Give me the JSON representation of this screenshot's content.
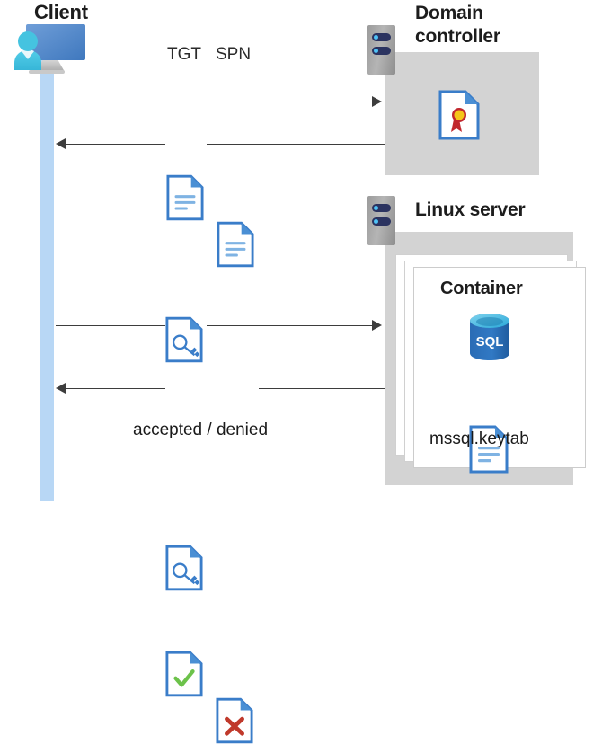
{
  "diagram": {
    "title_client": "Client",
    "title_domain_controller": "Domain\ncontroller",
    "title_domain_controller_line1": "Domain",
    "title_domain_controller_line2": "controller",
    "title_linux_server": "Linux server",
    "title_container": "Container",
    "label_tgt": "TGT",
    "label_spn": "SPN",
    "label_keytab": "mssql.keytab",
    "label_accepted_denied": "accepted / denied",
    "label_sql": "SQL"
  },
  "icons": {
    "client": "client-workstation-icon",
    "rack_domain_controller": "server-rack-icon",
    "rack_linux": "server-rack-icon",
    "tgt_document": "document-icon",
    "spn_document": "document-icon",
    "ticket_key_top": "key-document-icon",
    "ticket_key_bottom": "key-document-icon",
    "certificate": "certificate-document-icon",
    "accepted": "check-document-icon",
    "denied": "x-document-icon",
    "sql_database": "sql-database-icon",
    "keytab_document": "document-icon"
  },
  "flows": [
    {
      "name": "client-to-dc-request",
      "direction": "right",
      "payload": [
        "TGT",
        "SPN"
      ]
    },
    {
      "name": "dc-to-client-ticket",
      "direction": "left",
      "payload": [
        "ticket"
      ]
    },
    {
      "name": "client-to-linux-ticket",
      "direction": "right",
      "payload": [
        "ticket"
      ]
    },
    {
      "name": "linux-to-client-result",
      "direction": "left",
      "payload": [
        "accepted / denied"
      ]
    }
  ],
  "colors": {
    "panel_gray": "#d3d3d3",
    "lifeline_blue": "#b8d7f5",
    "doc_blue": "#3a7dc9",
    "doc_fold_blue": "#4a8fd4",
    "accent_line_blue": "#7fb3e3",
    "arrow_gray": "#3d3d3d",
    "check_green": "#6cc24a",
    "x_red": "#c0392b",
    "cert_gold": "#f5c518",
    "cert_ribbon_red": "#c1272d",
    "rack_navy": "#2b3360",
    "rack_dot_cyan": "#4fc3f7",
    "sql_blue": "#2d6fb8",
    "monitor_blue": "#5b8fd0",
    "person_cyan": "#45c3e0",
    "title_black": "#1d1d1d"
  }
}
